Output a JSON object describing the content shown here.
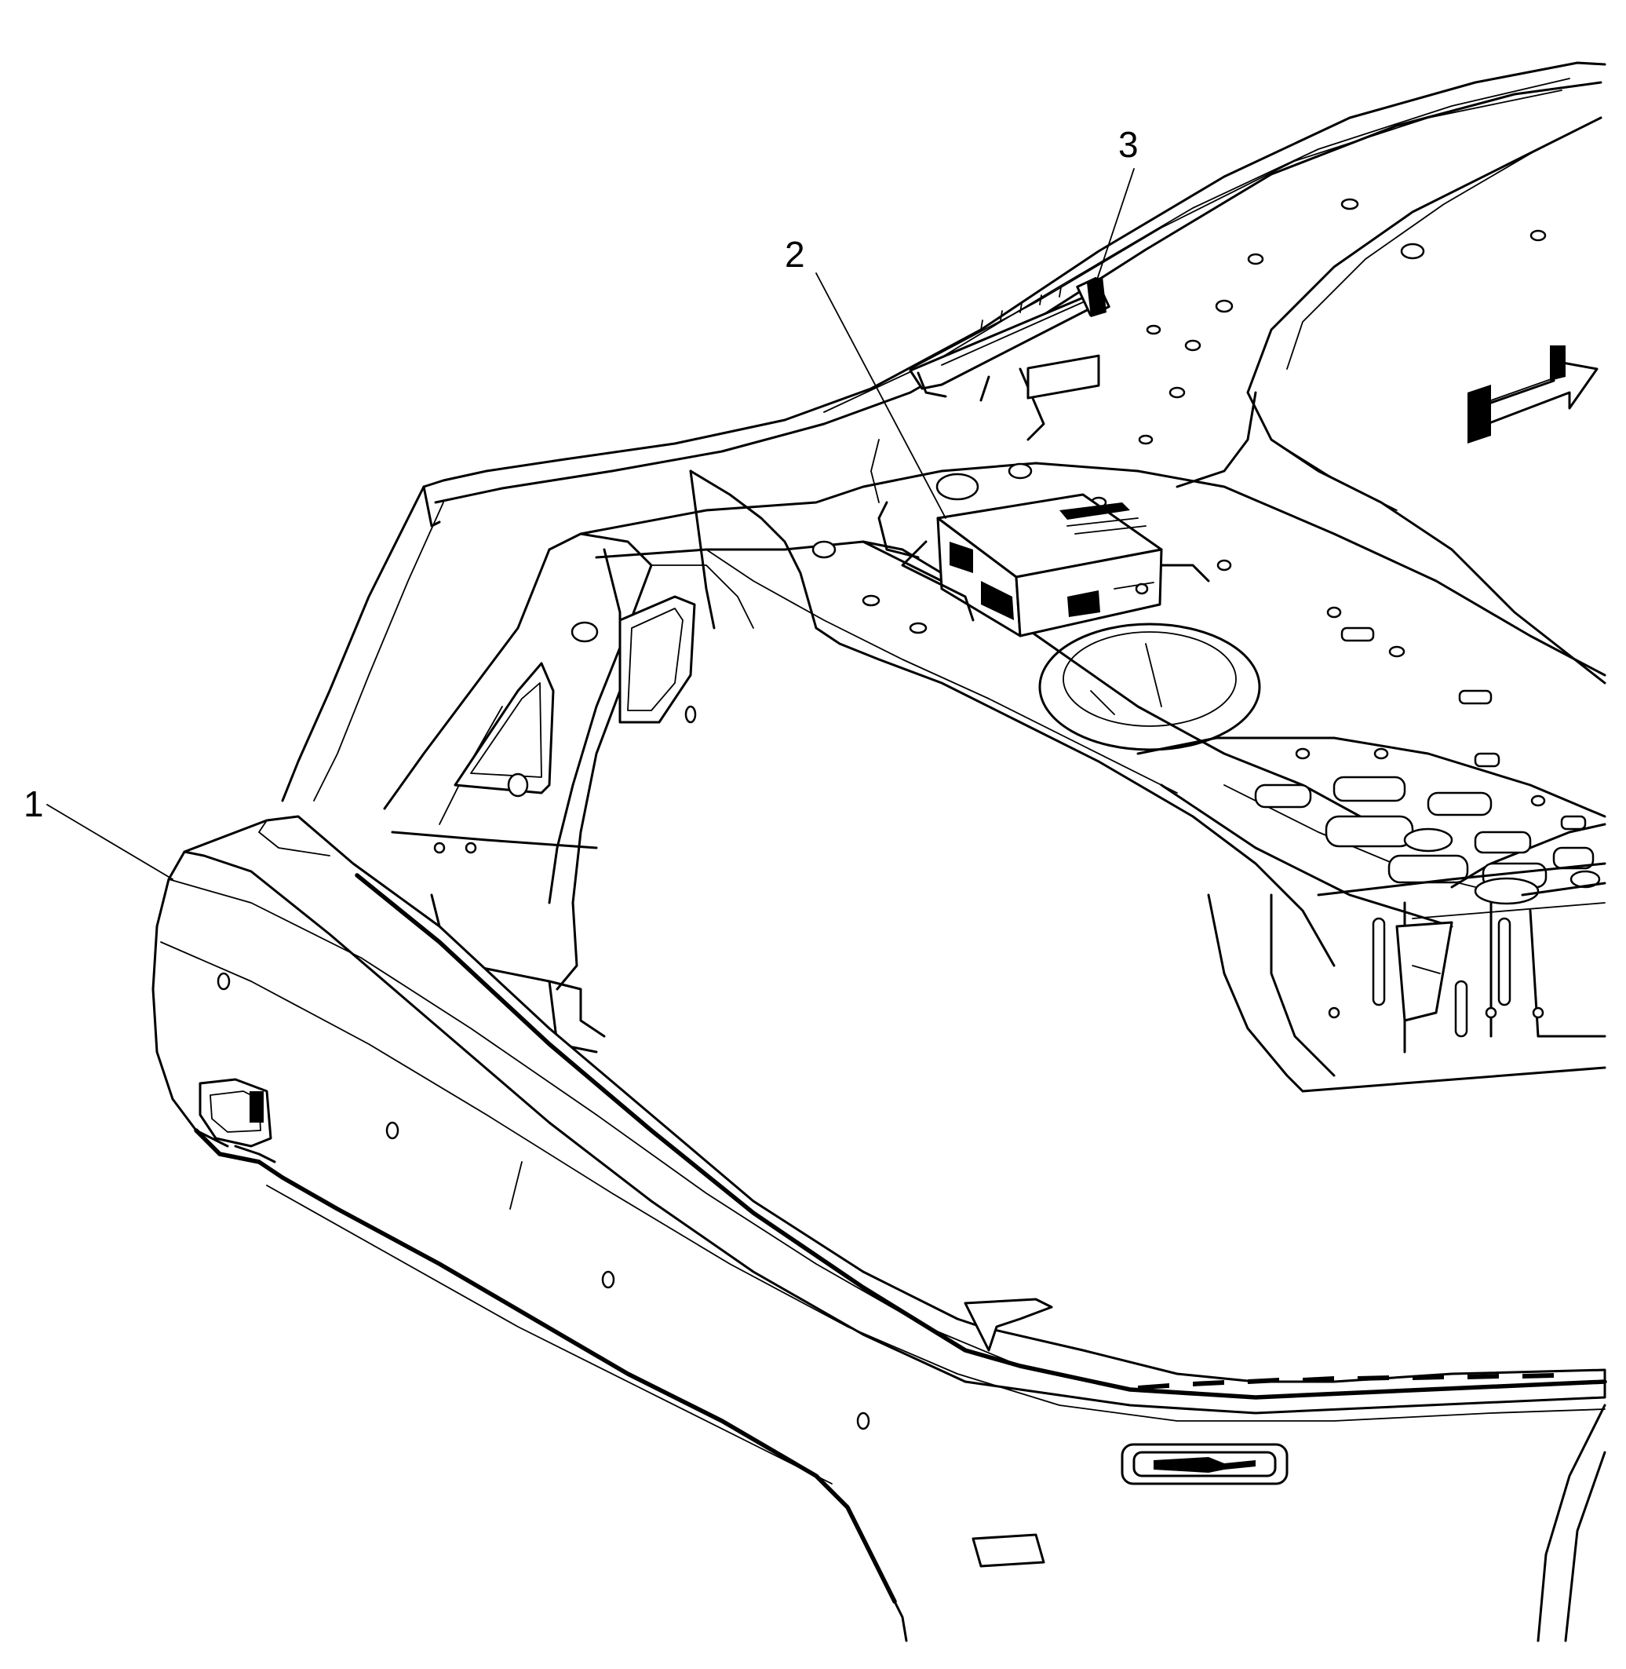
{
  "diagram": {
    "callouts": [
      {
        "id": 1,
        "label": "1"
      },
      {
        "id": 2,
        "label": "2"
      },
      {
        "id": 3,
        "label": "3"
      }
    ],
    "colors": {
      "line": "#000000",
      "background": "#ffffff"
    },
    "icons": [
      "vehicle-front-arrow-icon"
    ]
  }
}
